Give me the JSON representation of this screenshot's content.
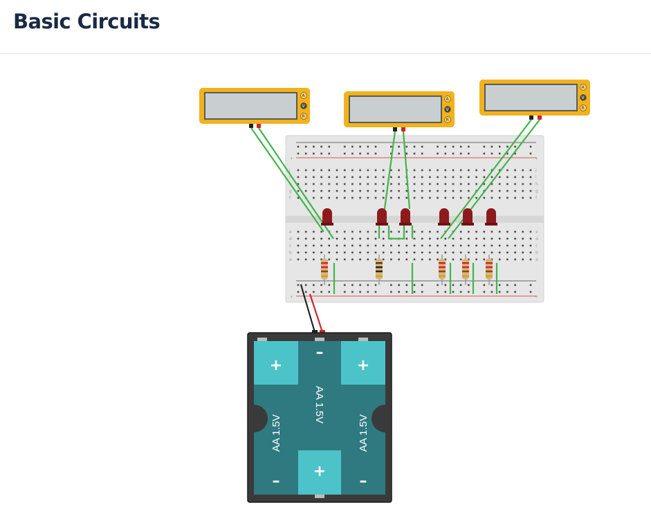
{
  "header": {
    "title": "Basic Circuits"
  },
  "multimeters": [
    {
      "buttons": [
        "A",
        "V",
        "R"
      ]
    },
    {
      "buttons": [
        "A",
        "V",
        "R"
      ]
    },
    {
      "buttons": [
        "A",
        "V",
        "R"
      ]
    }
  ],
  "breadboard": {
    "rail_plus": "+",
    "rail_minus": "-",
    "row_letters_top": [
      "j",
      "i",
      "h",
      "g",
      "f"
    ],
    "row_letters_bottom": [
      "e",
      "d",
      "c",
      "b",
      "a"
    ]
  },
  "battery_pack": {
    "cells": [
      {
        "label": "AA 1.5V",
        "top_sign": "+",
        "bottom_sign": "–"
      },
      {
        "label": "AA 1.5V",
        "top_sign": "–",
        "bottom_sign": "+"
      },
      {
        "label": "AA 1.5V",
        "top_sign": "+",
        "bottom_sign": "–"
      }
    ]
  },
  "colors": {
    "title": "#192a45",
    "wire_green": "#3fb549",
    "wire_red": "#d0242b",
    "wire_black": "#222222",
    "multimeter_body": "#f0b21d",
    "led_red": "#8e1a1d",
    "battery_cell": "#2e7a80",
    "battery_cap": "#4cc3c8"
  }
}
